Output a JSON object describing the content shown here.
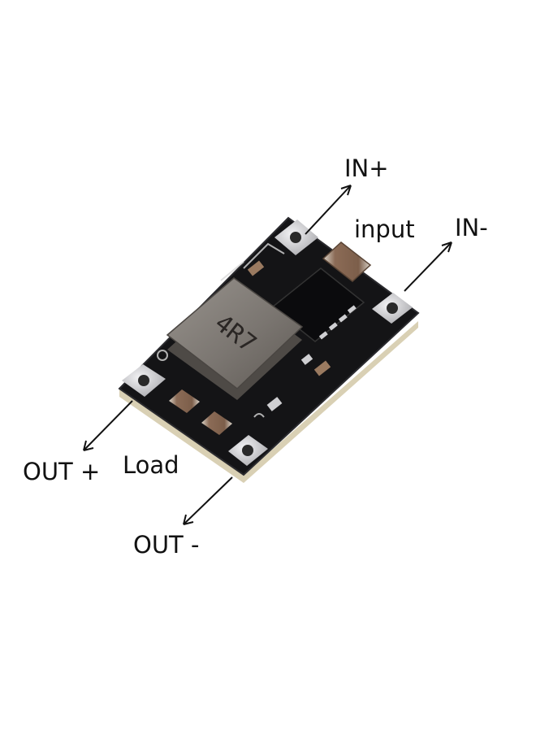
{
  "labels": {
    "in_plus": "IN+",
    "input": "input",
    "in_minus": "IN-",
    "out_plus": "OUT +",
    "load": "Load",
    "out_minus": "OUT -"
  },
  "inductor_marking": "4R7",
  "colors": {
    "background": "#ffffff",
    "pcb": "#141416",
    "pcb_edge": "#d9d0b4",
    "pad": "#c9c9cc",
    "inductor": "#7d7873",
    "capacitor": "#8a6a55",
    "text": "#111111"
  }
}
